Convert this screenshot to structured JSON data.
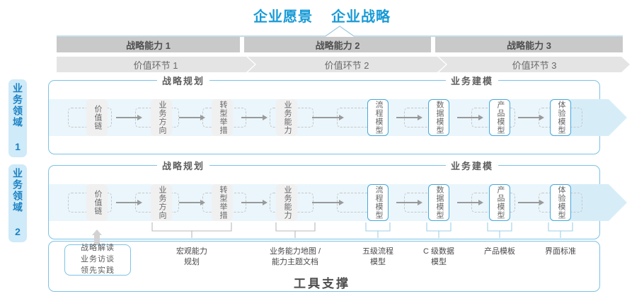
{
  "header": {
    "vision_label": "企业愿景",
    "strategy_label": "企业战略"
  },
  "capability_bars": [
    {
      "label": "战略能力 1"
    },
    {
      "label": "战略能力 2"
    },
    {
      "label": "战略能力 3"
    }
  ],
  "value_chain_bars": [
    {
      "label": "价值环节 1"
    },
    {
      "label": "价值环节 2"
    },
    {
      "label": "价值环节 3"
    }
  ],
  "domains": [
    {
      "label": "业务领域 1"
    },
    {
      "label": "业务领域 2"
    }
  ],
  "sections": {
    "planning": "战略规划",
    "modeling": "业务建模"
  },
  "planning_nodes": [
    {
      "label": "价值链"
    },
    {
      "label": "业务方向"
    },
    {
      "label": "转型举措"
    },
    {
      "label": "业务能力"
    }
  ],
  "modeling_nodes": [
    {
      "label": "流程模型"
    },
    {
      "label": "数据模型"
    },
    {
      "label": "产品模型"
    },
    {
      "label": "体验模型"
    }
  ],
  "tool_support": {
    "title": "工具支撑",
    "source_box": [
      "战略解读",
      "业务访谈",
      "领先实践"
    ],
    "captions": [
      {
        "line1": "宏观能力",
        "line2": "规划"
      },
      {
        "line1": "业务能力地图 /",
        "line2": "能力主题文档"
      },
      {
        "line1": "五级流程",
        "line2": "模型"
      },
      {
        "line1": "C 级数据",
        "line2": "模型"
      },
      {
        "line1": "产品模板",
        "line2": ""
      },
      {
        "line1": "界面标准",
        "line2": ""
      }
    ]
  },
  "colors": {
    "accent_blue": "#189ad6",
    "border_blue": "#7cc2e6",
    "node_blue": "#46a7dc",
    "domain_bg": "#cfeaf8",
    "cap_bar": "#c9c9c9",
    "val_bar": "#e4e4e4",
    "band": "#eaf6fc",
    "arrow": "#d6edf8"
  }
}
